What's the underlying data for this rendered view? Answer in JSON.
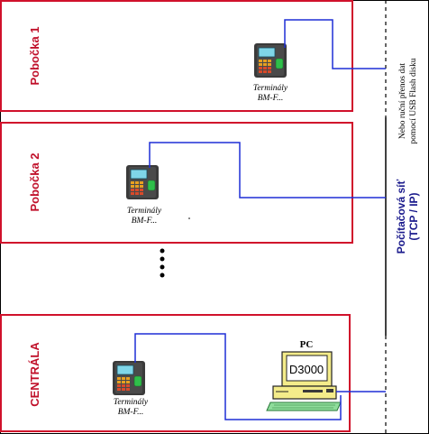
{
  "branches": [
    {
      "name": "Pobočka 1",
      "terminal_line1": "Terminály",
      "terminal_line2": "BM-F..."
    },
    {
      "name": "Pobočka 2",
      "terminal_line1": "Terminály",
      "terminal_line2": "BM-F..."
    }
  ],
  "central": {
    "name": "CENTRÁLA",
    "terminal_line1": "Terminály",
    "terminal_line2": "BM-F..."
  },
  "pc": {
    "label": "PC",
    "screen_text": "D3000"
  },
  "network": {
    "line1": "Počítačová síť",
    "line2": "(TCP / IP)"
  },
  "usb_note": {
    "line1": "Nebo ruční přenos dat",
    "line2": "pomocí USB Flash disku"
  },
  "colors": {
    "box_border": "#d0112b",
    "cable": "#1f2fd6",
    "frame": "#000000",
    "branch_text": "#c0102a",
    "network_text": "#1a1a8c"
  },
  "icons": [
    "fingerprint-terminal-icon",
    "pc-icon",
    "ellipsis-dots-icon"
  ]
}
